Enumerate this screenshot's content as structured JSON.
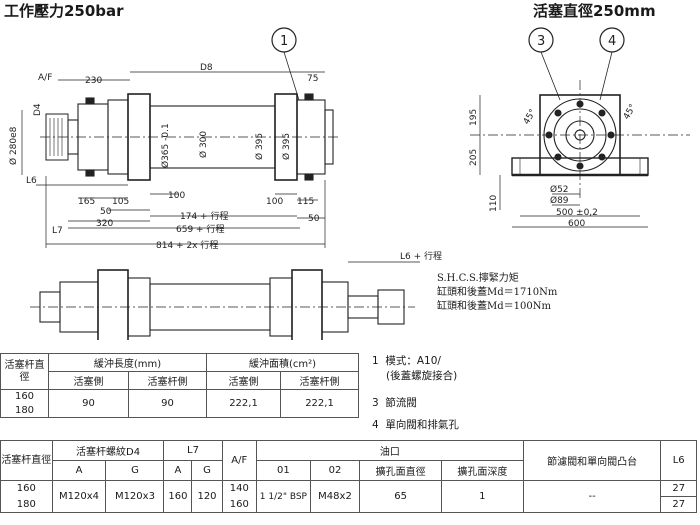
{
  "header": {
    "title_left": "工作壓力250bar",
    "title_right": "活塞直徑250mm"
  },
  "callouts": [
    "1",
    "3",
    "4"
  ],
  "front_dims": {
    "af": "A/F",
    "d4": "D4",
    "c230": "230",
    "d8": "D8",
    "c75": "75",
    "phi280": "Ø 280e8",
    "d36": "Ø365 -0.1",
    "phi300": "Ø 300",
    "phi395a": "Ø 395",
    "phi395b": "Ø 395",
    "l6": "L6",
    "c165": "165",
    "c105": "105",
    "c50a": "50",
    "c100a": "100",
    "c100b": "100",
    "c115": "115",
    "c174": "174 + 行程",
    "c50b": "50",
    "c320": "320",
    "l7": "L7",
    "c659": "659 + 行程",
    "c814": "814 + 2x 行程"
  },
  "side_dims": {
    "c195": "195",
    "c205": "205",
    "c110": "110",
    "deg_left": "45°",
    "deg_right": "45°",
    "phi52": "Ø52",
    "phi89": "Ø89",
    "c500": "500 ±0,2",
    "c600": "600"
  },
  "lower": {
    "l6_stroke": "L6 + 行程"
  },
  "torque": {
    "heading": "S.H.C.S.擰緊力矩",
    "line1": "缸頭和後蓋Md＝1710Nm",
    "line2": "缸頭和後蓋Md＝100Nm"
  },
  "legend": {
    "item1_num": "1",
    "item1_text": "模式：A10/",
    "item1_sub": "(後蓋螺旋接合)",
    "item3_num": "3",
    "item3_text": "節流閥",
    "item4_num": "4",
    "item4_text": "單向閥和排氣孔"
  },
  "table1": {
    "h_rod": "活塞杆直徑",
    "h_cush_len": "緩沖長度(mm)",
    "h_cush_area": "緩沖面積(cm²)",
    "sub": [
      "活塞側",
      "活塞杆側",
      "活塞側",
      "活塞杆側"
    ],
    "rows": [
      {
        "rod": "160",
        "vals": [
          "90",
          "90",
          "222,1",
          "222,1"
        ]
      },
      {
        "rod": "180",
        "vals": [
          "",
          "",
          "",
          ""
        ]
      }
    ]
  },
  "table2": {
    "h_rod": "活塞杆直徑",
    "h_thread": "活塞杆螺紋D4",
    "h_l7": "L7",
    "h_af": "A/F",
    "h_port": "油口",
    "h_filter": "節濾閥和單向閥凸台",
    "h_l6": "L6",
    "sub": [
      "A",
      "G",
      "A",
      "G",
      "01",
      "02",
      "擴孔面直徑",
      "擴孔面深度"
    ],
    "rows": [
      {
        "rod": "160",
        "a": "M120x4",
        "g": "M120x3",
        "l7a": "160",
        "l7g": "120",
        "af": "140",
        "p1": "1 1/2\" BSP",
        "p2": "M48x2",
        "cd": "65",
        "cdep": "1",
        "filter": "--",
        "l6": "27"
      },
      {
        "rod": "180",
        "a": "",
        "g": "",
        "l7a": "",
        "l7g": "",
        "af": "160",
        "p1": "",
        "p2": "",
        "cd": "",
        "cdep": "",
        "filter": "",
        "l6": "27"
      }
    ]
  }
}
